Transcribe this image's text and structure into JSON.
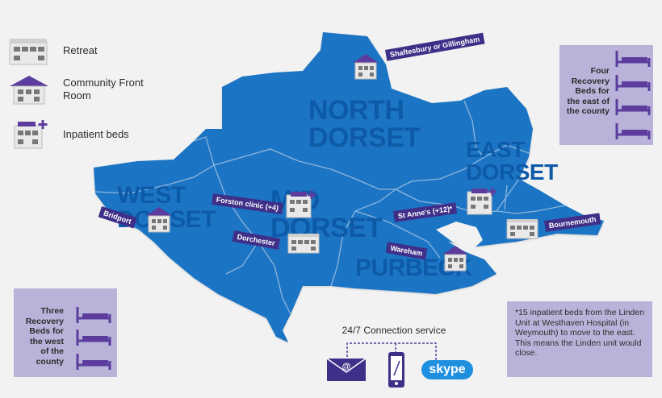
{
  "legend": {
    "retreat": "Retreat",
    "community": "Community Front Room",
    "inpatient": "Inpatient beds"
  },
  "areas": {
    "north_dorset": [
      "NORTH",
      "DORSET"
    ],
    "west_dorset": [
      "WEST",
      "DORSET"
    ],
    "mid_dorset": [
      "MID",
      "DORSET"
    ],
    "east_dorset": [
      "EAST",
      "DORSET"
    ],
    "purbeck": "PURBECK"
  },
  "places": {
    "shaftesbury": "Shaftesbury or Gillingham",
    "bridport": "Bridport",
    "forston": "Forston clinic (+4)",
    "dorchester": "Dorchester",
    "st_annes": "St Anne's (+12)*",
    "wareham": "Wareham",
    "bournemouth": "Bournemouth"
  },
  "panels": {
    "east": [
      "Four",
      "Recovery",
      "Beds for",
      "the east of",
      "the county"
    ],
    "west": [
      "Three",
      "Recovery",
      "Beds for",
      "the west",
      "of the",
      "county"
    ]
  },
  "note": "*15 inpatient beds from the Linden Unit at Westhaven Hospital (in Weymouth) to move to the east. This means the Linden unit would close.",
  "connection": {
    "title": "24/7 Connection service",
    "services": [
      "email-icon",
      "phone-icon",
      "skype-icon"
    ],
    "skype_text": "skype"
  },
  "colors": {
    "map_fill": "#1f74c4",
    "border": "#8bb5dd",
    "label_bg": "#3f2f88",
    "panel_bg": "#b9b3d9",
    "accent_purple": "#5c3d9e"
  }
}
